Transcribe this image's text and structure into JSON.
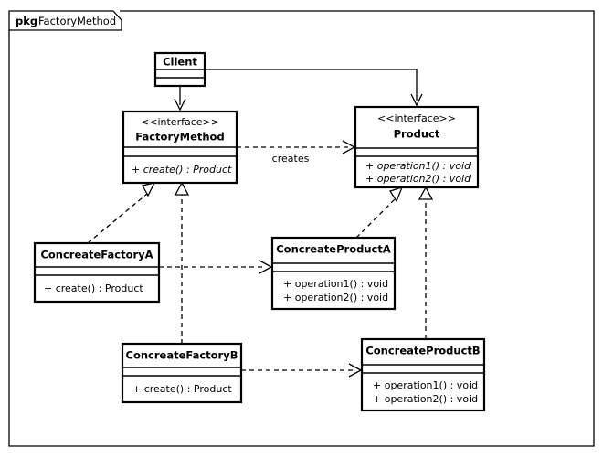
{
  "package": {
    "keyword": "pkg",
    "name": "FactoryMethod"
  },
  "classes": {
    "client": {
      "name": "Client",
      "stereotype": "",
      "attributes": [],
      "operations": []
    },
    "factory_method": {
      "name": "FactoryMethod",
      "stereotype": "<<interface>>",
      "attributes": [],
      "operations": [
        "+ create() : Product"
      ]
    },
    "product": {
      "name": "Product",
      "stereotype": "<<interface>>",
      "attributes": [],
      "operations": [
        "+ operation1() : void",
        "+ operation2() : void"
      ]
    },
    "concreate_factory_a": {
      "name": "ConcreateFactoryA",
      "stereotype": "",
      "attributes": [],
      "operations": [
        "+ create() : Product"
      ]
    },
    "concreate_factory_b": {
      "name": "ConcreateFactoryB",
      "stereotype": "",
      "attributes": [],
      "operations": [
        "+ create() : Product"
      ]
    },
    "concreate_product_a": {
      "name": "ConcreateProductA",
      "stereotype": "",
      "attributes": [],
      "operations": [
        "+ operation1() : void",
        "+ operation2() : void"
      ]
    },
    "concreate_product_b": {
      "name": "ConcreateProductB",
      "stereotype": "",
      "attributes": [],
      "operations": [
        "+ operation1() : void",
        "+ operation2() : void"
      ]
    }
  },
  "edges": {
    "creates_label": "creates"
  },
  "colors": {
    "line": "#000000",
    "fill": "#ffffff",
    "text": "#000000"
  }
}
